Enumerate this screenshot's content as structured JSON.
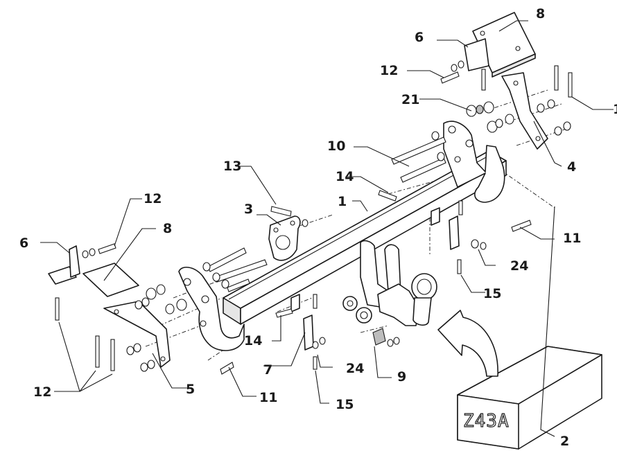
{
  "callouts": {
    "c1": "1",
    "c2": "2",
    "c3": "3",
    "c4": "4",
    "c5": "5",
    "c6_left": "6",
    "c6_right": "6",
    "c7": "7",
    "c8_left": "8",
    "c8_right": "8",
    "c9": "9",
    "c10": "10",
    "c11_left": "11",
    "c11_right": "11",
    "c12_top": "12",
    "c12_right": "12",
    "c12_bottom": "12",
    "c13": "13",
    "c14_top": "14",
    "c14_bottom": "14",
    "c15_left": "15",
    "c15_right": "15",
    "c21": "21",
    "c24_left": "24",
    "c24_right": "24",
    "c_edge": "1"
  },
  "package_box": {
    "label": "Z43A"
  }
}
